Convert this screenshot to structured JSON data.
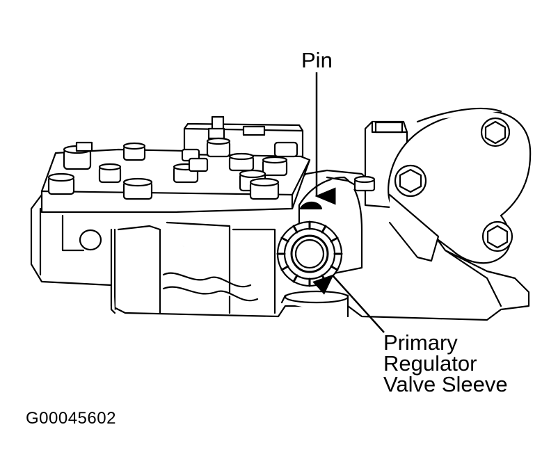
{
  "labels": {
    "pin": "Pin",
    "sleeve_line1": "Primary",
    "sleeve_line2": "Regulator",
    "sleeve_line3": "Valve Sleeve"
  },
  "figure_id": "G00045602",
  "colors": {
    "ink": "#000000",
    "paper": "#ffffff"
  }
}
